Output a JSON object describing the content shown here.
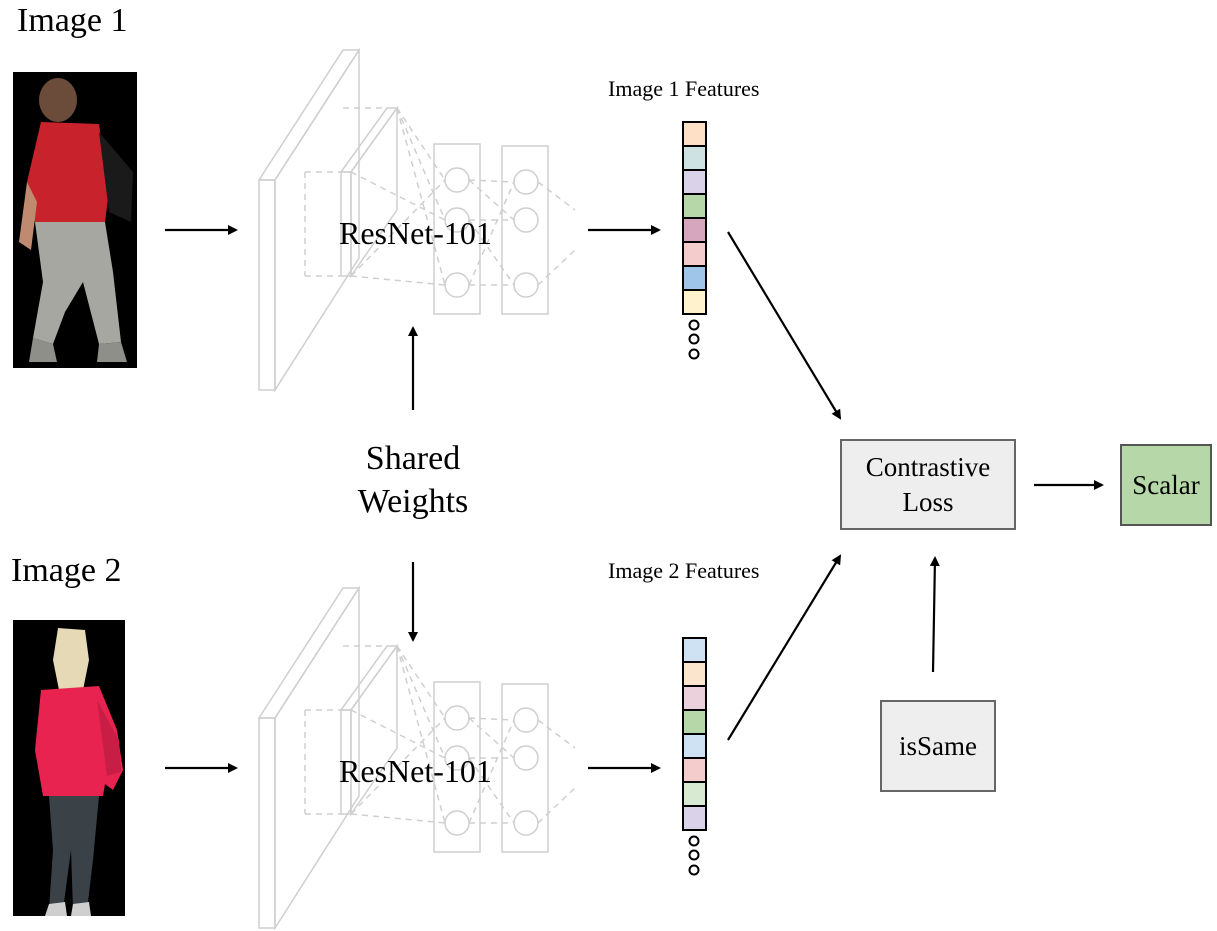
{
  "inputs": [
    {
      "title": "Image 1",
      "features_title": "Image 1 Features",
      "network": "ResNet-101",
      "feature_colors": [
        "#fde0c5",
        "#cfe2e3",
        "#d9d2e9",
        "#b6d7a8",
        "#d5a6bd",
        "#f4cccc",
        "#9fc5e8",
        "#fff2cc"
      ]
    },
    {
      "title": "Image 2",
      "features_title": "Image 2 Features",
      "network": "ResNet-101",
      "feature_colors": [
        "#cfe2f3",
        "#fce5cd",
        "#ead1dc",
        "#b6d7a8",
        "#cfe2f3",
        "#f4cccc",
        "#d9ead3",
        "#d9d2e9"
      ]
    }
  ],
  "shared_weights": {
    "line1": "Shared",
    "line2": "Weights"
  },
  "loss_box": {
    "line1": "Contrastive",
    "line2": "Loss",
    "fill": "#eeeeee"
  },
  "is_same_box": {
    "label": "isSame",
    "fill": "#eeeeee"
  },
  "output_box": {
    "label": "Scalar",
    "fill": "#b6d7a8"
  }
}
